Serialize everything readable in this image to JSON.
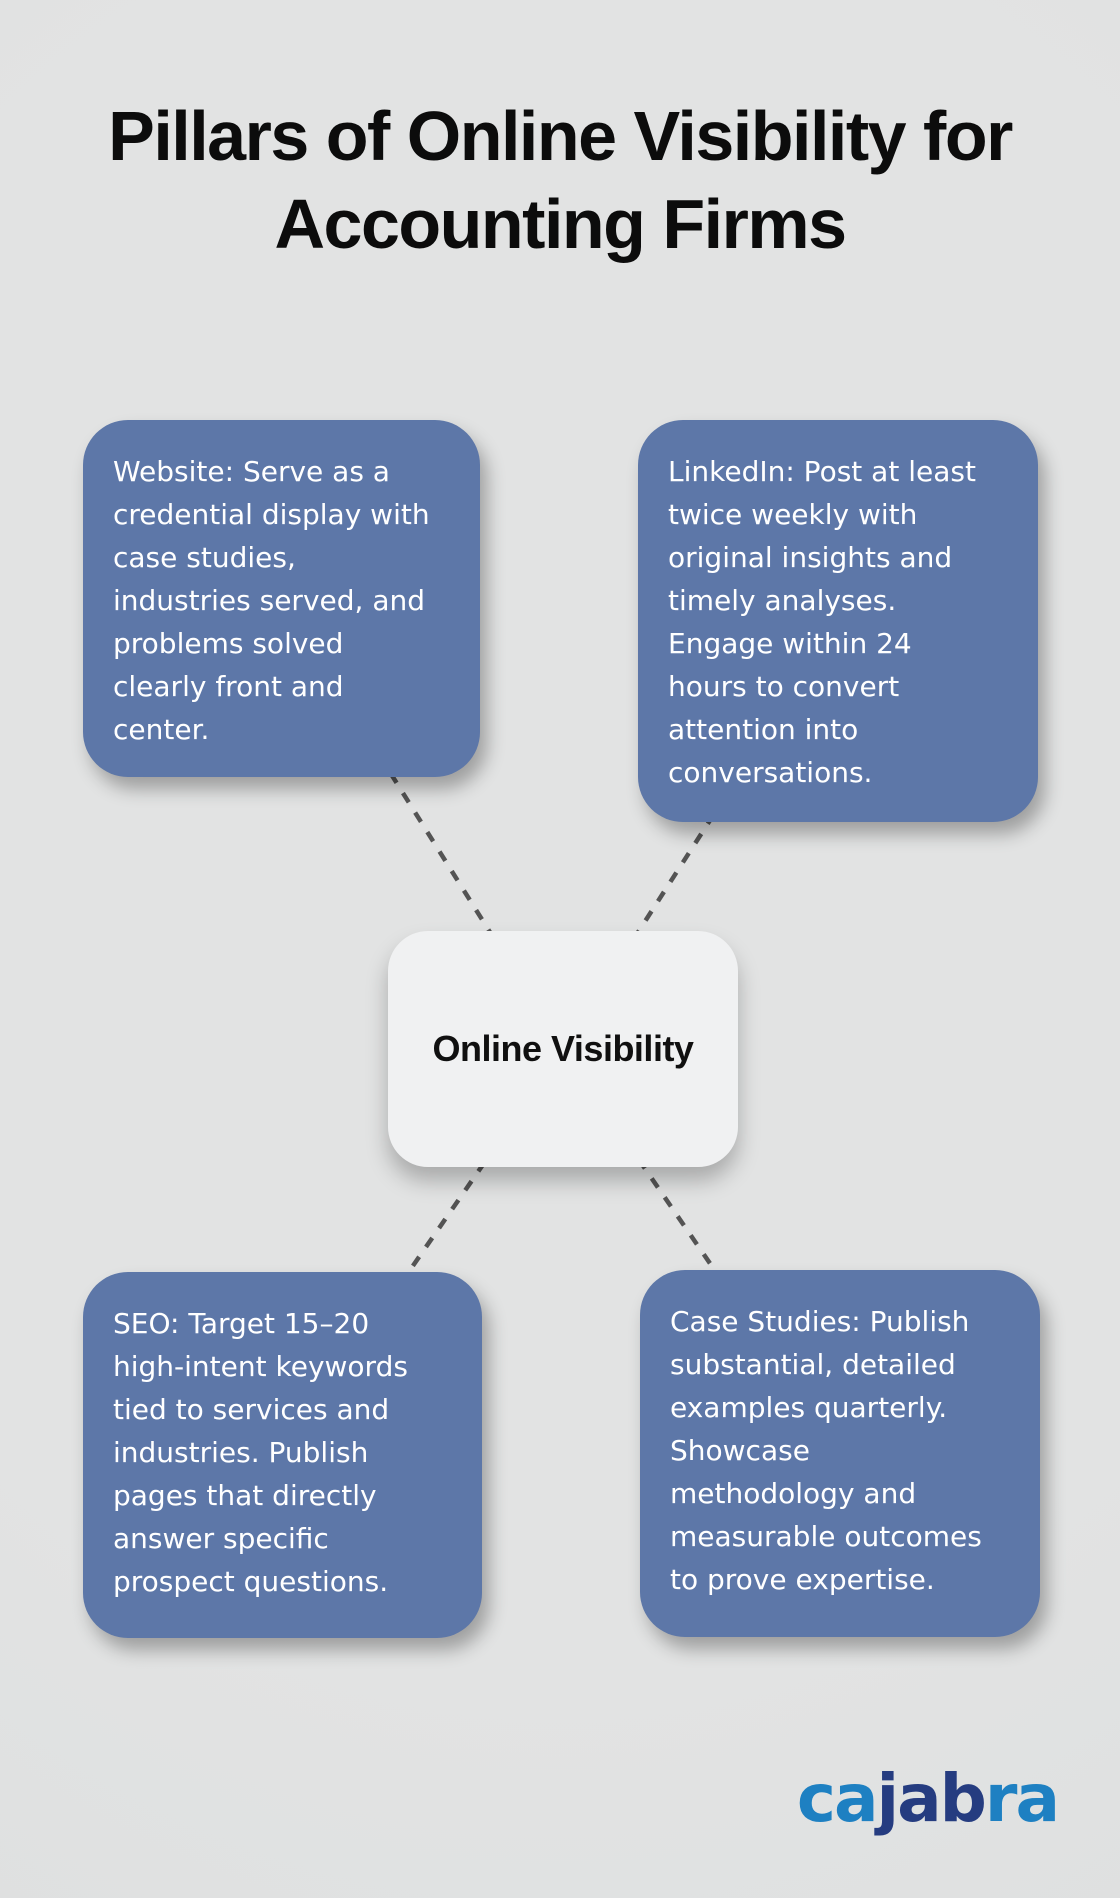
{
  "title": {
    "line1": "Pillars of Online Visibility for",
    "line2": "Accounting Firms"
  },
  "center_node": {
    "label": "Online Visibility"
  },
  "nodes": [
    {
      "id": "website",
      "position": "top-left",
      "text": "Website: Serve as a credential display with case studies, industries served, and problems solved clearly front and center.",
      "lines": [
        "Website: Serve as a",
        "credential display with",
        "case studies,",
        "industries served, and",
        "problems solved",
        "clearly front and",
        "center."
      ]
    },
    {
      "id": "linkedin",
      "position": "top-right",
      "text": "LinkedIn: Post at least twice weekly with original insights and timely analyses. Engage within 24 hours to convert attention into conversations.",
      "lines": [
        "LinkedIn: Post at least",
        "twice weekly with",
        "original insights and",
        "timely analyses.",
        "Engage within 24",
        "hours to convert",
        "attention into",
        "conversations."
      ]
    },
    {
      "id": "seo",
      "position": "bottom-left",
      "text": "SEO: Target 15–20 high-intent keywords tied to services and industries. Publish pages that directly answer specific prospect questions.",
      "lines": [
        "SEO: Target 15–20",
        "high-intent keywords",
        "tied to services and",
        "industries. Publish",
        "pages that directly",
        "answer specific",
        "prospect questions."
      ]
    },
    {
      "id": "case_studies",
      "position": "bottom-right",
      "text": "Case Studies: Publish substantial, detailed examples quarterly. Showcase methodology and measurable outcomes to prove expertise.",
      "lines": [
        "Case Studies: Publish",
        "substantial, detailed",
        "examples quarterly.",
        "Showcase",
        "methodology and",
        "measurable outcomes",
        "to prove expertise."
      ]
    }
  ],
  "logo": {
    "text": "cajabra",
    "segments": [
      {
        "text": "ca",
        "color": "#1e80c2"
      },
      {
        "text": "jab",
        "color": "#253c80"
      },
      {
        "text": "ra",
        "color": "#1e80c2"
      }
    ]
  },
  "colors": {
    "background": "#e0e1e1",
    "node_blue": "#5d77a8",
    "node_text": "#ffffff",
    "center_node_bg": "#f0f1f2",
    "connector": "#545454",
    "title_text": "#0c0c0c"
  }
}
